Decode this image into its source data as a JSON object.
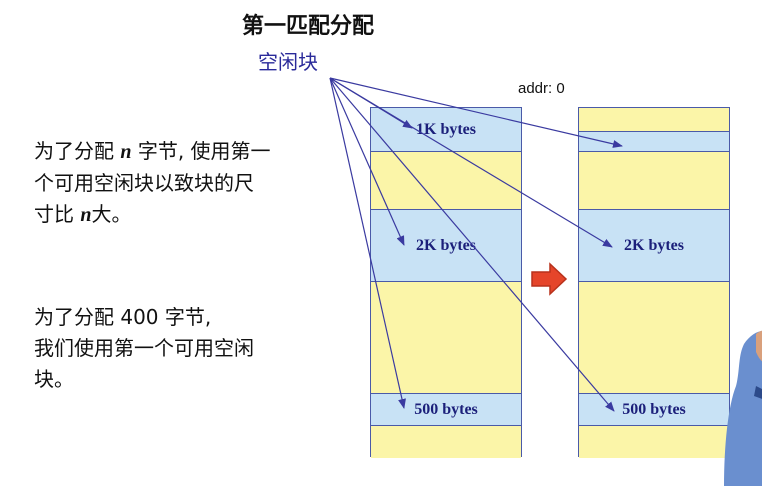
{
  "title": "第一匹配分配",
  "subtitle": "空闲块",
  "addr_label": "addr: 0",
  "text1": {
    "lines": [
      [
        "为了分配 ",
        "n",
        " 字节, 使用第一"
      ],
      [
        "个可用空闲块以致块的尺"
      ],
      [
        "寸比 ",
        "n",
        "大。"
      ]
    ]
  },
  "text2": {
    "lines": [
      "为了分配 400 字节,",
      "我们使用第一个可用空闲",
      "块。"
    ]
  },
  "before_labels": [
    "1K bytes",
    "2K bytes",
    "500 bytes"
  ],
  "after_labels": [
    "2K bytes",
    "500 bytes"
  ],
  "colors": {
    "free": "#c8e2f5",
    "used": "#fbf5a8",
    "arrow": "#3a3aa0",
    "big_arrow": "#e5452a"
  }
}
